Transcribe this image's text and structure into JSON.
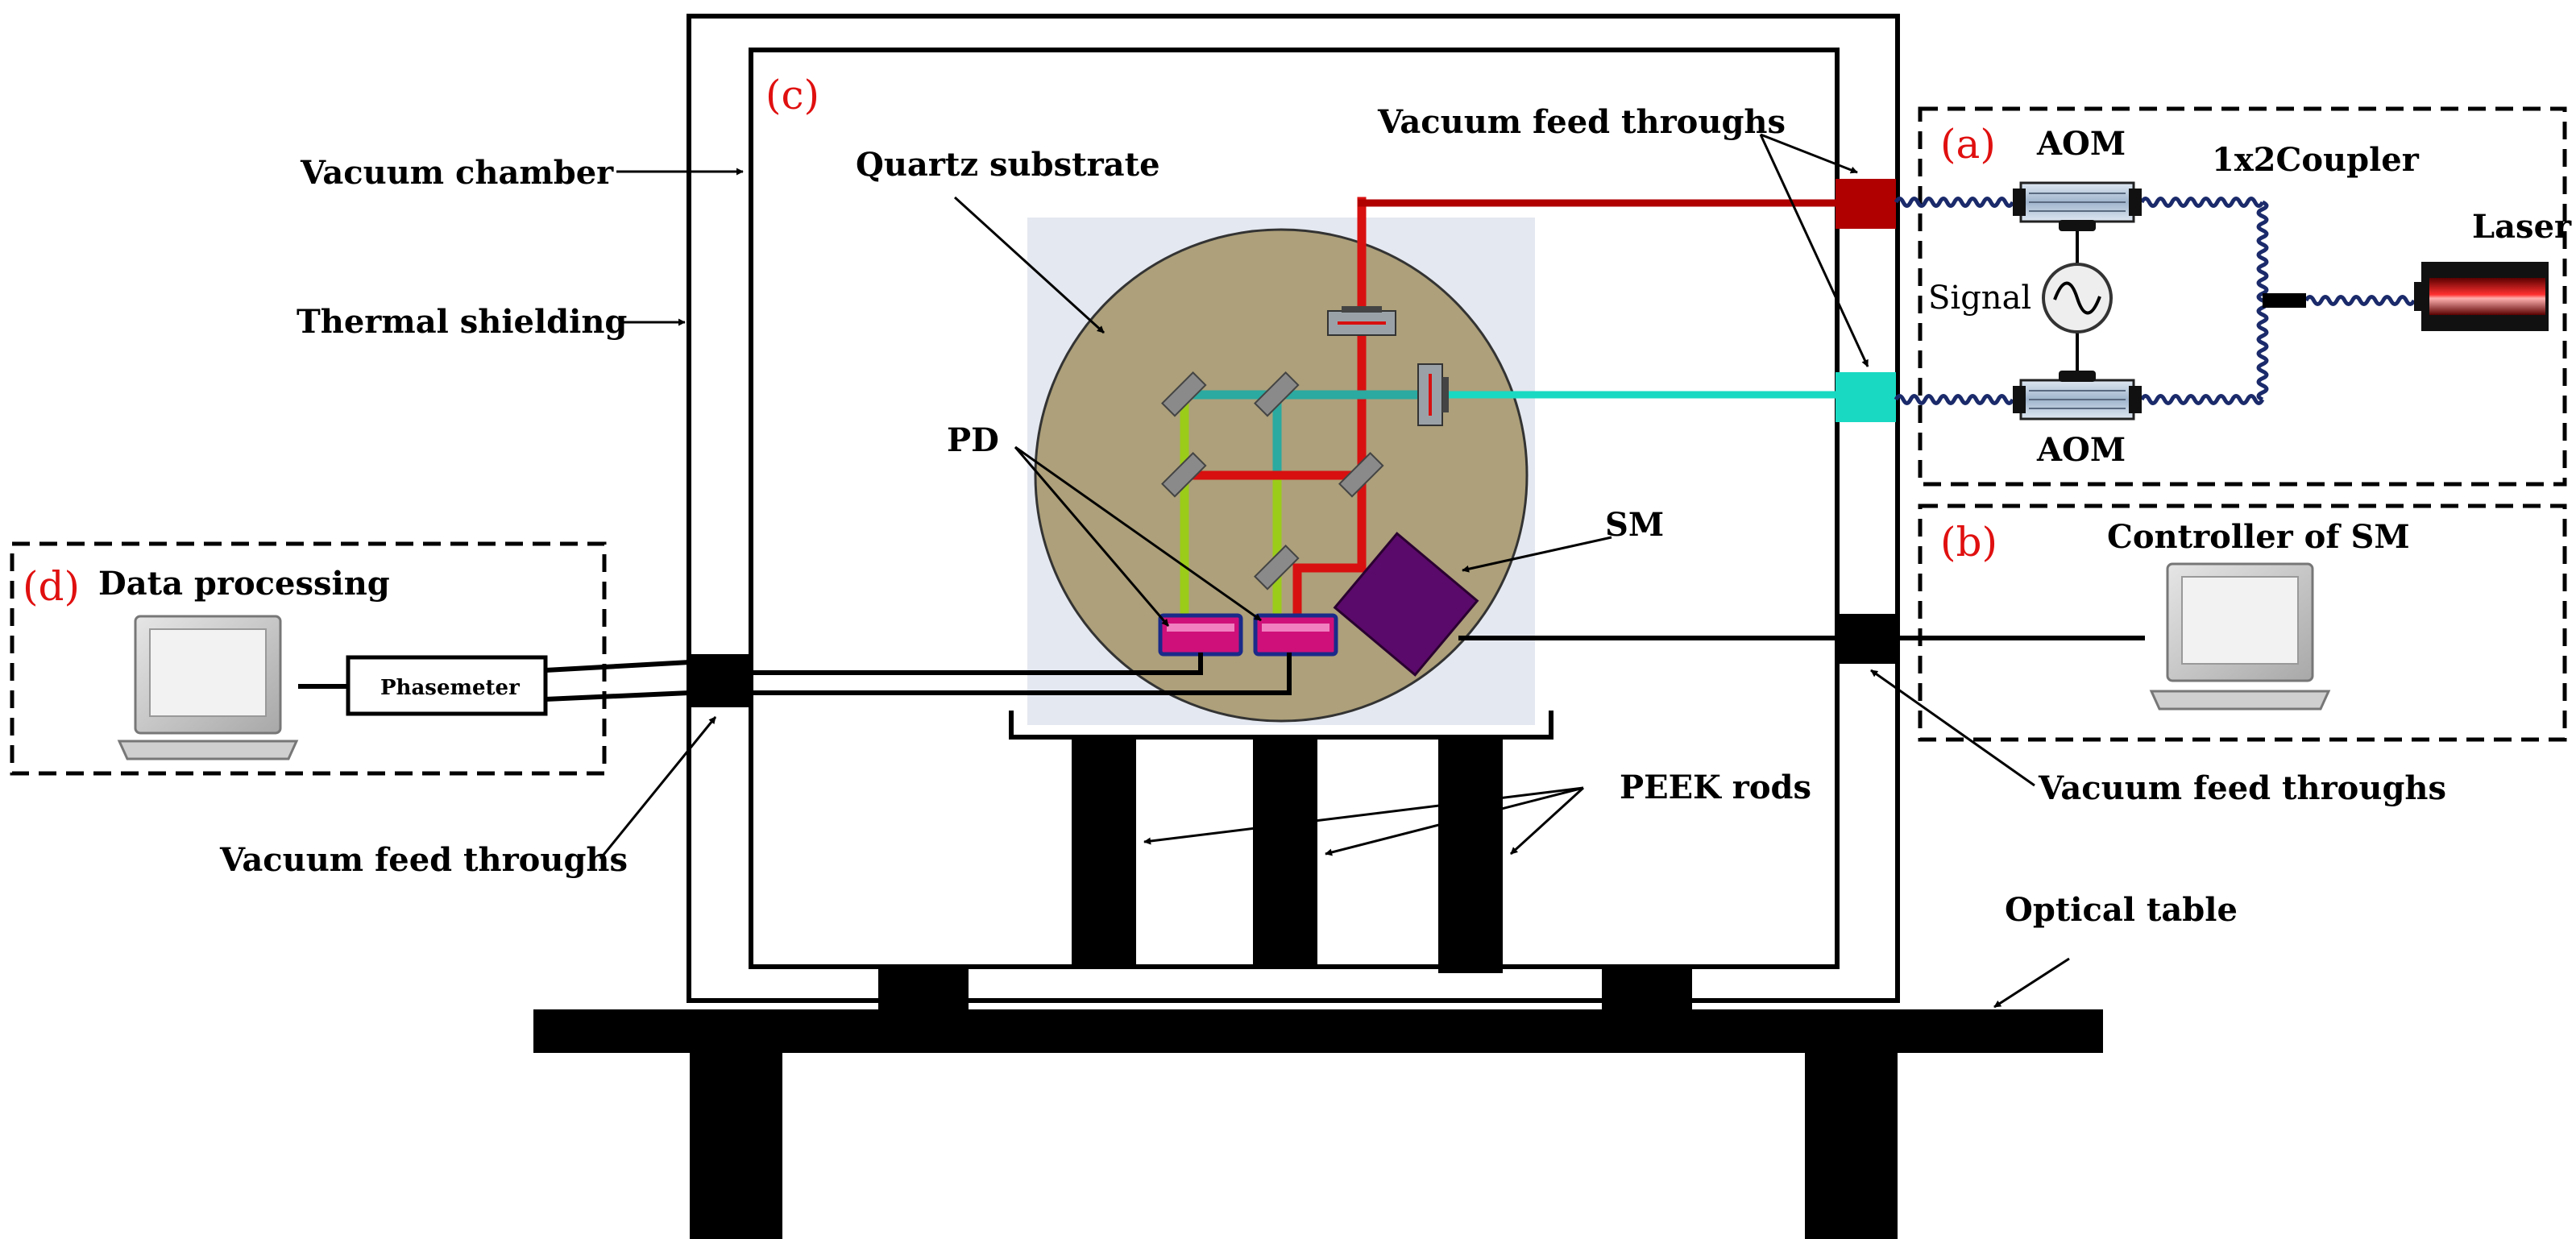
{
  "labels": {
    "vacuum_chamber": "Vacuum chamber",
    "thermal_shielding": "Thermal shielding",
    "quartz_substrate": "Quartz substrate",
    "vacuum_feed_throughs_top": "Vacuum feed throughs",
    "vacuum_feed_throughs_right": "Vacuum feed throughs",
    "vacuum_feed_throughs_left": "Vacuum feed throughs",
    "pd": "PD",
    "sm": "SM",
    "peek_rods": "PEEK rods",
    "optical_table": "Optical table",
    "aom_top": "AOM",
    "aom_bottom": "AOM",
    "coupler": "1x2Coupler",
    "laser": "Laser",
    "signal": "Signal",
    "controller_of_sm": "Controller of SM",
    "data_processing": "Data processing",
    "phasemeter": "Phasemeter"
  },
  "panels": {
    "a": "(a)",
    "b": "(b)",
    "c": "(c)",
    "d": "(d)"
  },
  "colors": {
    "red_beam": "#b00000",
    "cyan_beam": "#19d9c2",
    "green_beam": "#9bcc1a",
    "teal_beam": "#2aaaa0",
    "substrate": "#ada07a",
    "sm_purple": "#5a0a6a",
    "pd_magenta": "#d0107a",
    "fiber": "#1a2a6a",
    "panel_label": "#e01010"
  }
}
